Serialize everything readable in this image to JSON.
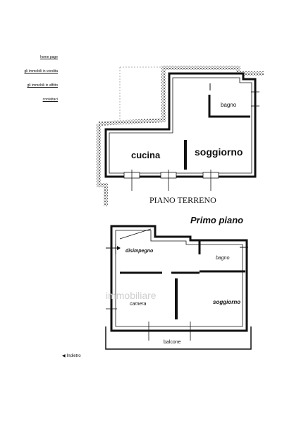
{
  "nav": {
    "items": [
      {
        "label": "home page"
      },
      {
        "label": "gli immobili in vendita"
      },
      {
        "label": "gli immobili in affitto"
      },
      {
        "label": "contattaci"
      }
    ]
  },
  "ground_floor": {
    "title": "PIANO TERRENO",
    "rooms": {
      "bathroom": "bagno",
      "kitchen": "cucina",
      "living": "soggiorno"
    }
  },
  "first_floor": {
    "title": "Primo piano",
    "rooms": {
      "hallway": "disimpegno",
      "bathroom": "bagno",
      "bedroom": "camera",
      "living": "soggiorno",
      "balcony": "balcone"
    }
  },
  "back_link": {
    "label": "Indietro",
    "icon": "triangle-left-icon"
  }
}
